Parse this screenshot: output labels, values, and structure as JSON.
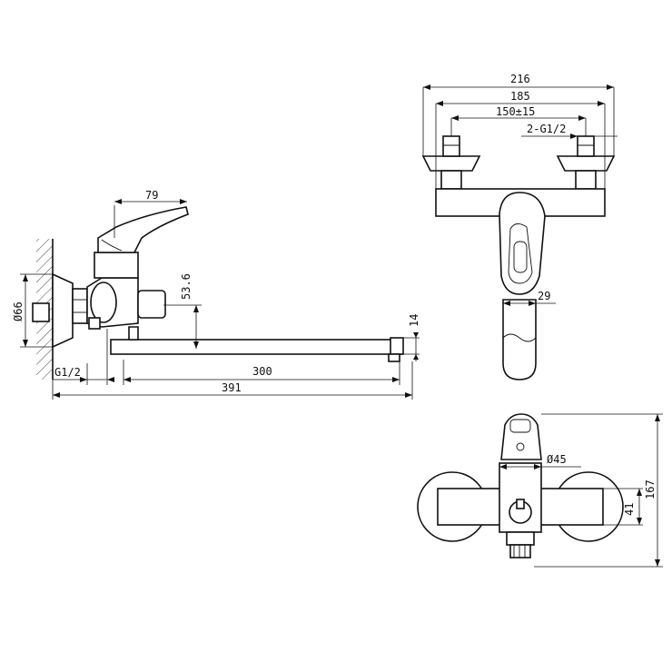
{
  "side_view": {
    "dim_handle": "79",
    "dim_height": "53.6",
    "dim_wall_flange": "Ø66",
    "dim_thread": "G1/2",
    "dim_spout": "300",
    "dim_total": "391",
    "dim_outlet": "14"
  },
  "front_view": {
    "dim_total_width": "216",
    "dim_body_width": "185",
    "dim_centers": "150±15",
    "dim_threads": "2-G1/2",
    "dim_spout": "29"
  },
  "top_view": {
    "dim_diameter": "Ø45",
    "dim_depth": "41",
    "dim_height": "167"
  }
}
